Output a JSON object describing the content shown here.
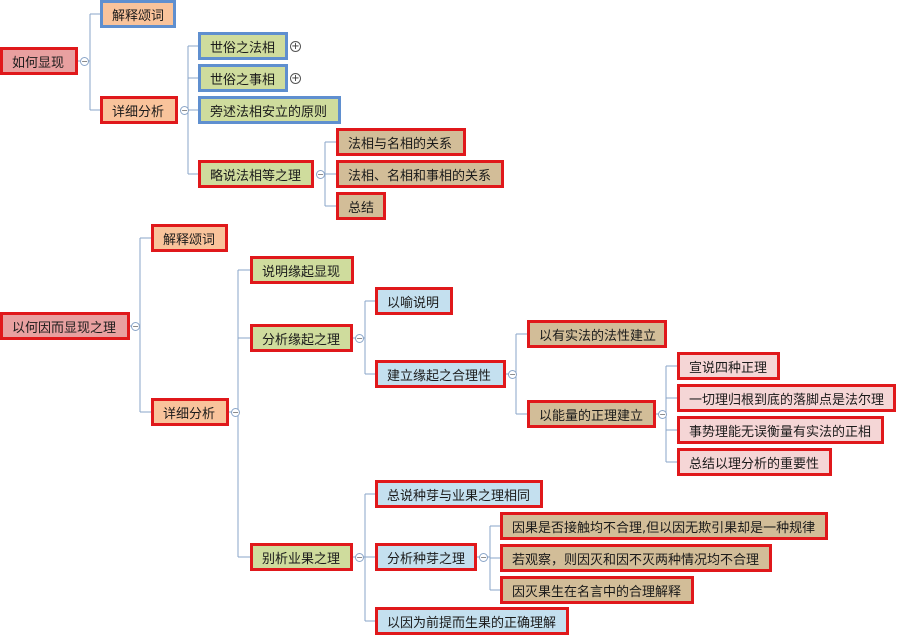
{
  "mindmap": {
    "t1": {
      "root": "如何显现",
      "explain": "解释颂词",
      "detail": "详细分析",
      "d1": "世俗之法相",
      "d2": "世俗之事相",
      "d3": "旁述法相安立的原则",
      "d4": "略说法相等之理",
      "d4a": "法相与名相的关系",
      "d4b": "法相、名相和事相的关系",
      "d4c": "总结"
    },
    "t2": {
      "root": "以何因而显现之理",
      "explain": "解释颂词",
      "detail": "详细分析",
      "a": "说明缘起显现",
      "b": "分析缘起之理",
      "b1": "以喻说明",
      "b2": "建立缘起之合理性",
      "b2a": "以有实法的法性建立",
      "b2b": "以能量的正理建立",
      "b2b1": "宣说四种正理",
      "b2b2": "一切理归根到底的落脚点是法尔理",
      "b2b3": "事势理能无误衡量有实法的正相",
      "b2b4": "总结以理分析的重要性",
      "c": "别析业果之理",
      "c1": "总说种芽与业果之理相同",
      "c2": "分析种芽之理",
      "c2a": "因果是否接触均不合理,但以因无欺引果却是一种规律",
      "c2b": "若观察，则因灭和因不灭两种情况均不合理",
      "c2c": "因灭果生在名言中的合理解释",
      "c3": "以因为前提而生果的正确理解"
    },
    "collapse_symbol": "−",
    "expand_symbol": "+"
  }
}
